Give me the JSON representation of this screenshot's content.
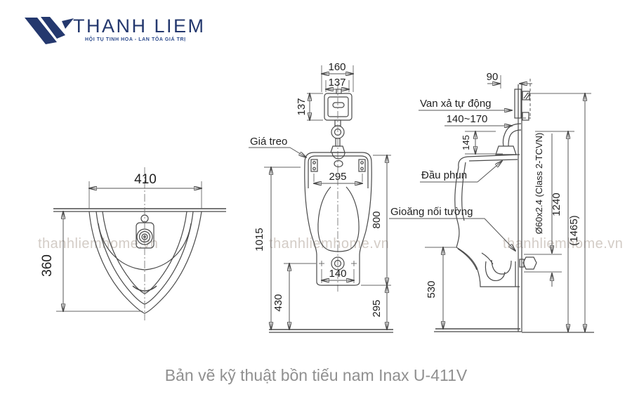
{
  "brand": {
    "name": "THANH LIEM",
    "tagline": "HỘI TỤ TINH HOA - LAN TỎA GIÁ TRỊ"
  },
  "watermark": {
    "text": "thanhliemhome.vn"
  },
  "caption": "Bản vẽ kỹ thuật bồn tiếu nam Inax U-411V",
  "colors": {
    "brand_navy": "#24386e",
    "drawing_line": "#4a4a4a",
    "caption_gray": "#909090",
    "watermark_gray": "#c6beb6"
  },
  "drawing": {
    "top_view": {
      "dim_width": "410",
      "dim_depth": "360"
    },
    "front_view": {
      "label_hanger": "Giá treo",
      "dim_valve_outer_width": "160",
      "dim_valve_inner_width": "137",
      "dim_valve_height": "137",
      "dim_rim_width": "295",
      "dim_body_height": "800",
      "dim_total_height": "1015",
      "dim_drain_bolt_spacing": "140",
      "dim_drain_to_floor": "430",
      "dim_bottom_to_floor": "295"
    },
    "side_view": {
      "label_auto_valve": "Van xả tự động",
      "label_spray_head": "Đầu phun",
      "label_wall_gasket": "Gioăng nối tường",
      "dim_wall_offset": "90",
      "dim_inlet_range": "140~170",
      "dim_spud_height": "145",
      "pipe_spec": "Ø60x2.4 (Class 2-TCVN)",
      "dim_valve_center_height": "1240",
      "dim_overall_height": "(1465)",
      "dim_lip_height": "530"
    }
  }
}
